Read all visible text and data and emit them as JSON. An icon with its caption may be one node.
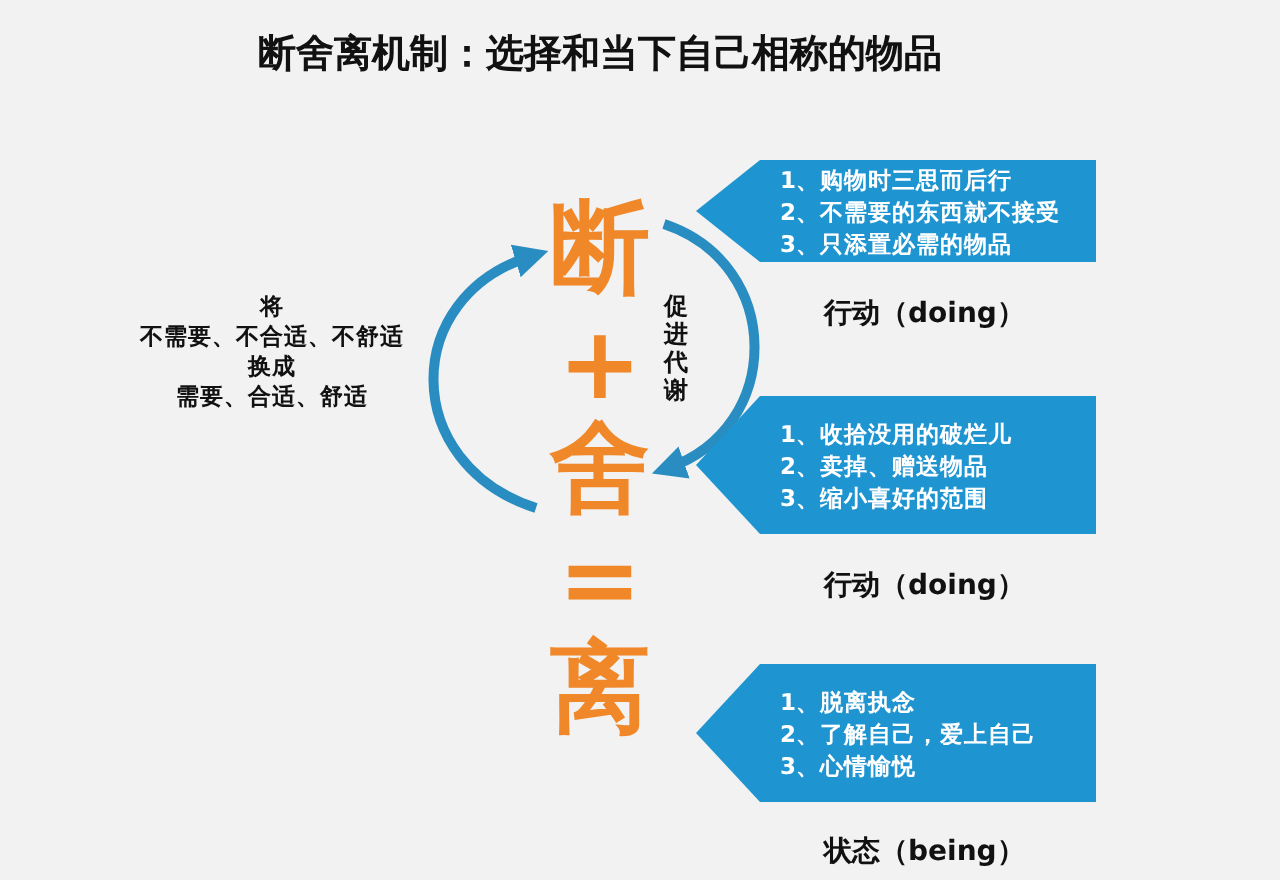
{
  "diagram": {
    "title": "断舍离机制：选择和当下自己相称的物品",
    "nodes": [
      {
        "text": [
          "断"
        ]
      },
      {
        "text": [
          "舍"
        ]
      },
      {
        "text": [
          "离"
        ]
      },
      {
        "text": [
          "1、购物时三思而后行",
          "2、不需要的东西就不接受",
          "3、只添置必需的物品"
        ],
        "beside": [
          "行动（doing）"
        ]
      },
      {
        "text": [
          "1、收拾没用的破烂儿",
          "2、卖掉、赠送物品",
          "3、缩小喜好的范围"
        ],
        "beside": [
          "行动（doing）"
        ]
      },
      {
        "text": [
          "1、脱离执念",
          "2、了解自己，爱上自己",
          "3、心情愉悦"
        ],
        "beside": [
          "状态（being）"
        ]
      }
    ],
    "edges": [
      {
        "from": 1,
        "to": 0,
        "arrow": "to"
      },
      {
        "from": 0,
        "to": 1,
        "arrow": "to"
      }
    ],
    "labels": [
      "+",
      "=",
      "将",
      "不需要、不合适、不舒适",
      "换成",
      "需要、合适、舒适",
      "促进代谢"
    ]
  }
}
